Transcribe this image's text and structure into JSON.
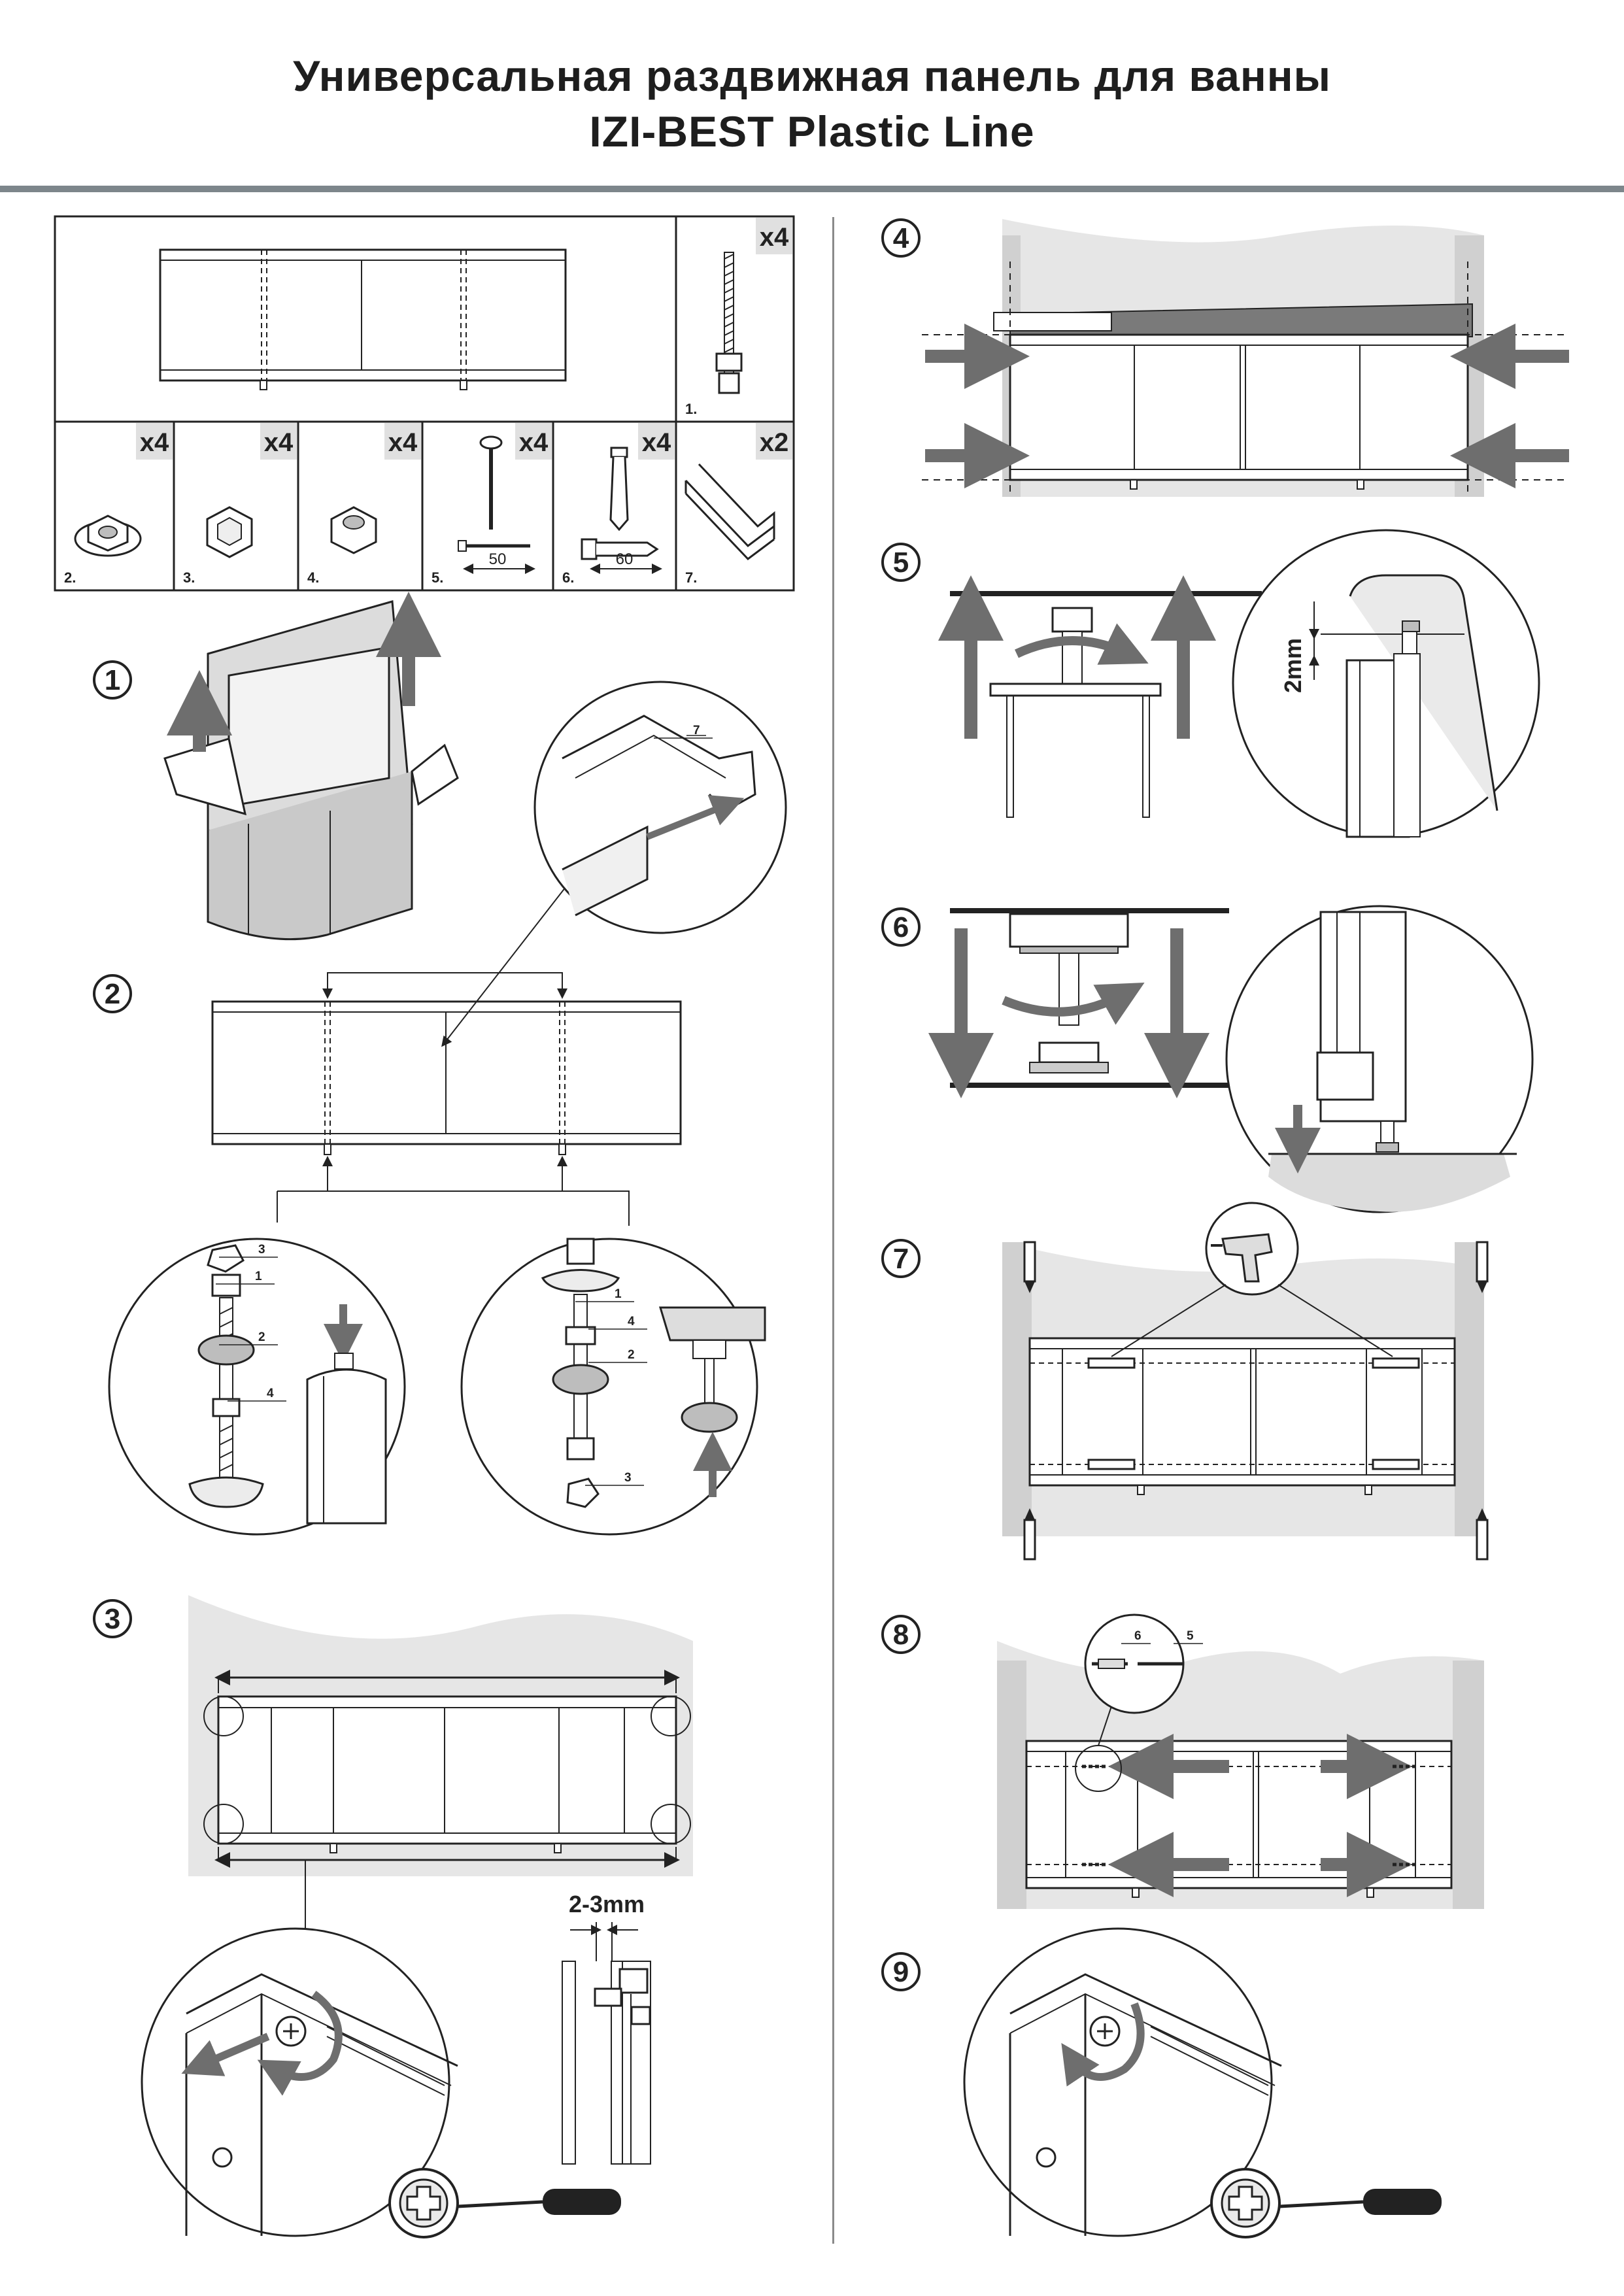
{
  "header": {
    "title_line1": "Универсальная раздвижная панель для ванны",
    "title_line2": "IZI-BEST Plastic Line"
  },
  "parts": [
    {
      "index": "1.",
      "qty": "x4",
      "icon": "threaded-stud-with-nut-icon"
    },
    {
      "index": "2.",
      "qty": "x4",
      "icon": "flange-nut-icon"
    },
    {
      "index": "3.",
      "qty": "x4",
      "icon": "hex-nut-icon"
    },
    {
      "index": "4.",
      "qty": "x4",
      "icon": "lock-nut-icon"
    },
    {
      "index": "5.",
      "qty": "x4",
      "icon": "wood-screw-icon",
      "dimension": "50"
    },
    {
      "index": "6.",
      "qty": "x4",
      "icon": "wall-plug-icon",
      "dimension": "60"
    },
    {
      "index": "7.",
      "qty": "x2",
      "icon": "guide-profile-icon"
    }
  ],
  "steps": [
    {
      "number": "1"
    },
    {
      "number": "2",
      "callouts": [
        "7",
        "3",
        "1",
        "2",
        "4",
        "1",
        "4",
        "2",
        "3"
      ]
    },
    {
      "number": "3",
      "gap_label": "2-3mm"
    },
    {
      "number": "4"
    },
    {
      "number": "5",
      "gap_label": "2mm"
    },
    {
      "number": "6"
    },
    {
      "number": "7"
    },
    {
      "number": "8",
      "callouts": [
        "6",
        "5"
      ]
    },
    {
      "number": "9"
    }
  ],
  "colors": {
    "title_rule": "#7d868b",
    "wall_gray": "#e6e6e6",
    "arrow_gray": "#6e6e6e",
    "line": "#222222"
  }
}
